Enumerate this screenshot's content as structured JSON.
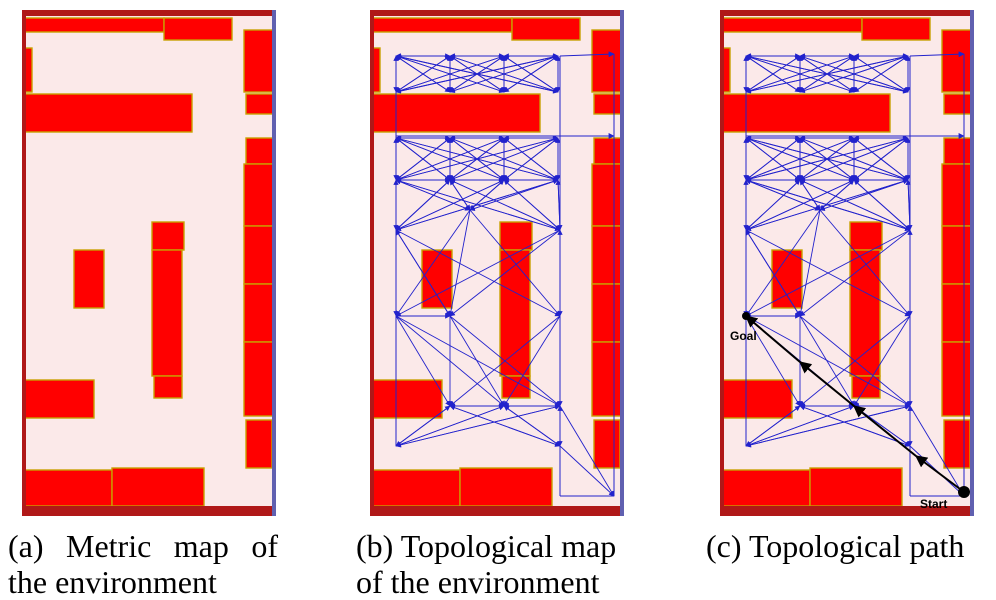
{
  "panels": [
    {
      "caption_parts": [
        "(a)",
        "Metric",
        "map",
        "of"
      ],
      "caption_line2": "the environment",
      "kind": "metric",
      "labels": {}
    },
    {
      "caption_parts": [
        "(b) Topological map"
      ],
      "caption_line2": "of the environment",
      "kind": "topological",
      "labels": {}
    },
    {
      "caption_parts": [
        "(c) Topological path"
      ],
      "caption_line2": "",
      "kind": "path",
      "labels": {
        "goal": "Goal",
        "start": "Start"
      }
    }
  ],
  "colors": {
    "background": "#fbe9e9",
    "obstacle": "#ff0000",
    "obstacle_border": "#c8a000",
    "frame": "#b01818",
    "graph_edge": "#2222cc",
    "path": "#000000"
  }
}
